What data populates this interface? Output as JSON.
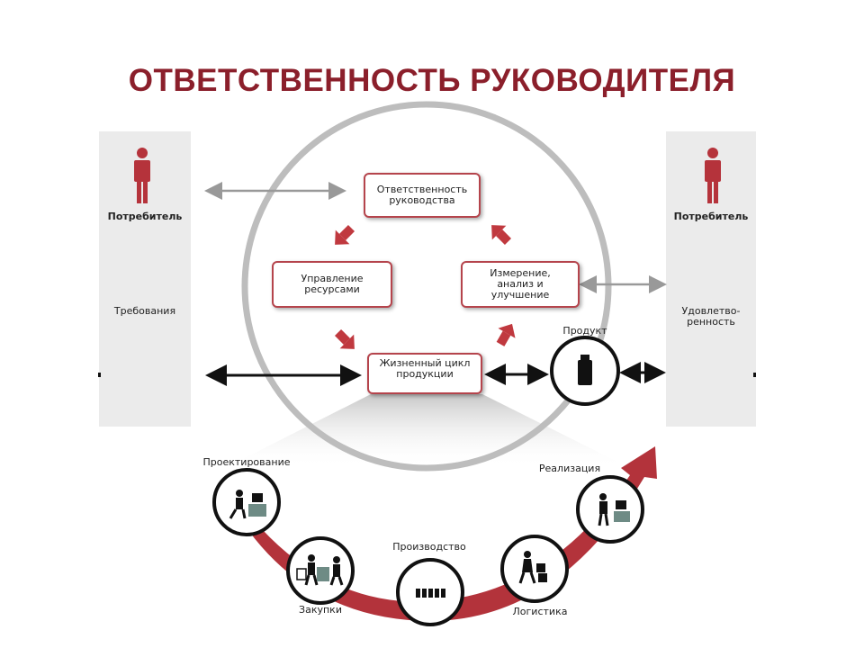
{
  "title": "ОТВЕТСТВЕННОСТЬ РУКОВОДИТЕЛЯ",
  "left_panel": {
    "label": "Потребитель",
    "text": "Требования"
  },
  "right_panel": {
    "label": "Потребитель",
    "text_line1": "Удовлетво-",
    "text_line2": "ренность"
  },
  "cycle": {
    "top": {
      "line1": "Ответственность",
      "line2": "руководства"
    },
    "left": {
      "line1": "Управление",
      "line2": "ресурсами"
    },
    "right": {
      "line1": "Измерение,",
      "line2": "анализ и",
      "line3": "улучшение"
    },
    "bottom": {
      "line1": "Жизненный цикл",
      "line2": "продукции"
    }
  },
  "product": "Продукт",
  "lifecycle": {
    "design": "Проектирование",
    "purchasing": "Закупки",
    "production": "Производство",
    "logistics": "Логистика",
    "sales": "Реализация"
  },
  "colors": {
    "accent": "#8b1f2b",
    "arrow_red": "#c0393f",
    "box_border": "#b5444c",
    "panel": "#ebebeb"
  }
}
